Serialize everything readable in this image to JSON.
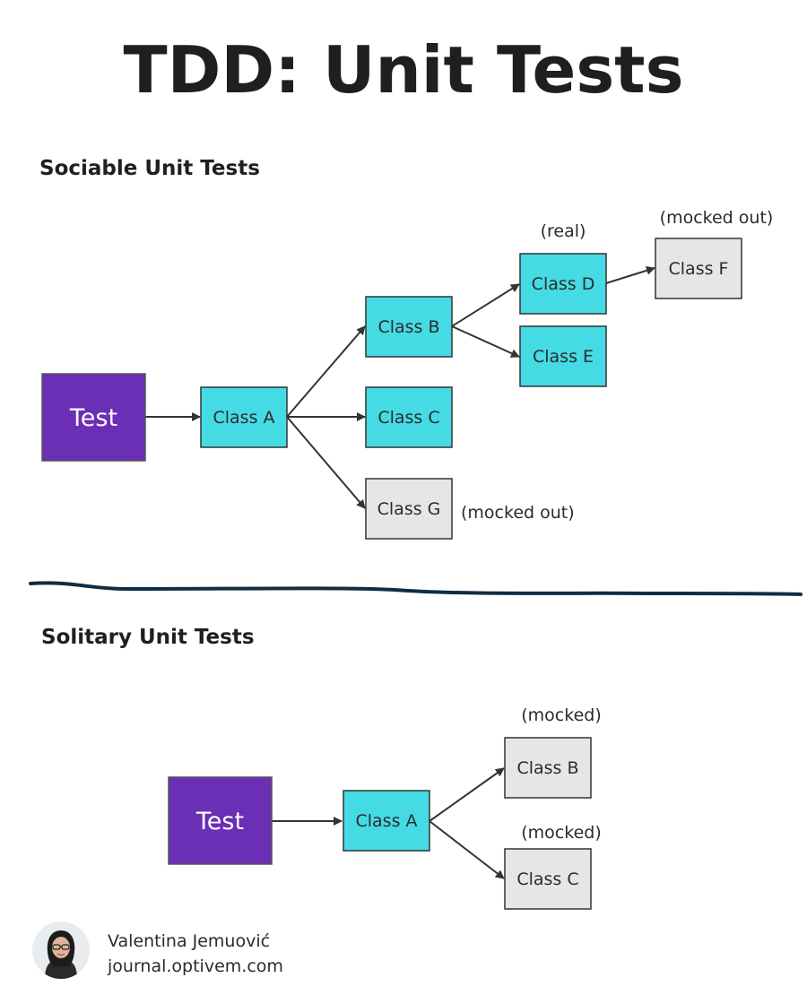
{
  "title": "TDD: Unit Tests",
  "colors": {
    "test": "#6a2fb5",
    "real": "#45dbe4",
    "mocked": "#e6e6e6",
    "stroke": "#333333",
    "divider": "#0f2d44"
  },
  "sociable": {
    "heading": "Sociable Unit Tests",
    "test_label": "Test",
    "class_a": "Class A",
    "class_b": "Class B",
    "class_c": "Class C",
    "class_d": "Class D",
    "class_e": "Class E",
    "class_f": "Class F",
    "class_g": "Class G",
    "note_real": "(real)",
    "note_f_mocked": "(mocked out)",
    "note_g_mocked": "(mocked out)"
  },
  "solitary": {
    "heading": "Solitary Unit Tests",
    "test_label": "Test",
    "class_a": "Class A",
    "class_b": "Class B",
    "class_c": "Class C",
    "note_b_mocked": "(mocked)",
    "note_c_mocked": "(mocked)"
  },
  "author": {
    "name": "Valentina Jemuović",
    "site": "journal.optivem.com",
    "avatar_icon": "person-avatar"
  }
}
